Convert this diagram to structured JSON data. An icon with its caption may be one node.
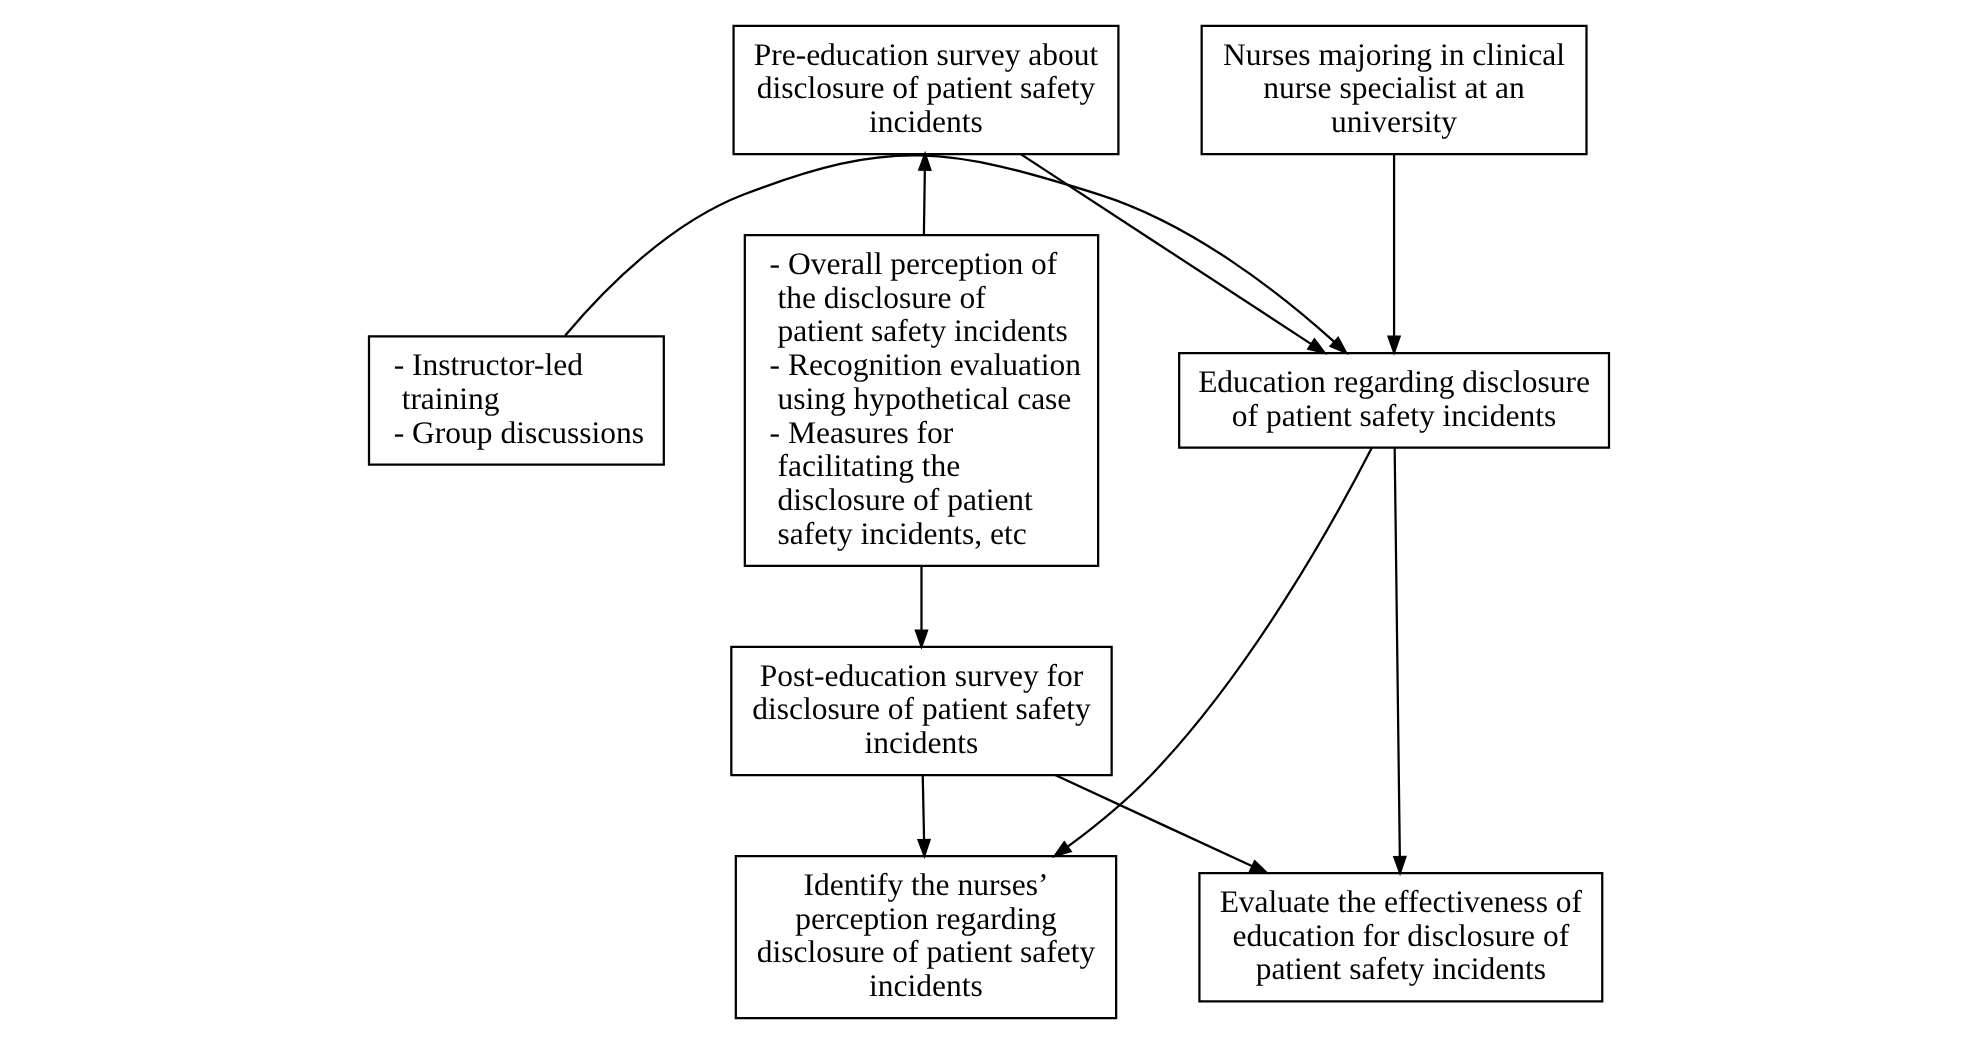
{
  "diagram": {
    "nodes": [
      {
        "text": [
          "Nurses majoring in clinical nurse specialist at an university"
        ]
      },
      {
        "text": [
          "Pre-education survey about disclosure of patient safety incidents"
        ]
      },
      {
        "text": [
          "- Overall perception of the disclosure of patient safety incidents",
          "- Recognition evaluation using hypothetical case",
          "- Measures for facilitating the disclosure of patient safety incidents, etc"
        ]
      },
      {
        "text": [
          "- Instructor-led training",
          "- Group discussions"
        ]
      },
      {
        "text": [
          "Education regarding disclosure of patient safety incidents"
        ]
      },
      {
        "text": [
          "Post-education survey for disclosure of patient safety incidents"
        ]
      },
      {
        "text": [
          "Identify the nurses’ perception regarding disclosure of patient safety incidents"
        ]
      },
      {
        "text": [
          "Evaluate the effectiveness of education for disclosure of patient safety incidents"
        ]
      }
    ],
    "edges": [
      {
        "from": 0,
        "to": 4,
        "arrow": "to"
      },
      {
        "from": 1,
        "to": 4,
        "arrow": "to"
      },
      {
        "from": 2,
        "to": 1,
        "arrow": "to"
      },
      {
        "from": 2,
        "to": 5,
        "arrow": "to"
      },
      {
        "from": 3,
        "to": 4,
        "arrow": "to"
      },
      {
        "from": 4,
        "to": 6,
        "arrow": "to"
      },
      {
        "from": 4,
        "to": 7,
        "arrow": "to"
      },
      {
        "from": 5,
        "to": 6,
        "arrow": "to"
      },
      {
        "from": 5,
        "to": 7,
        "arrow": "to"
      }
    ]
  }
}
